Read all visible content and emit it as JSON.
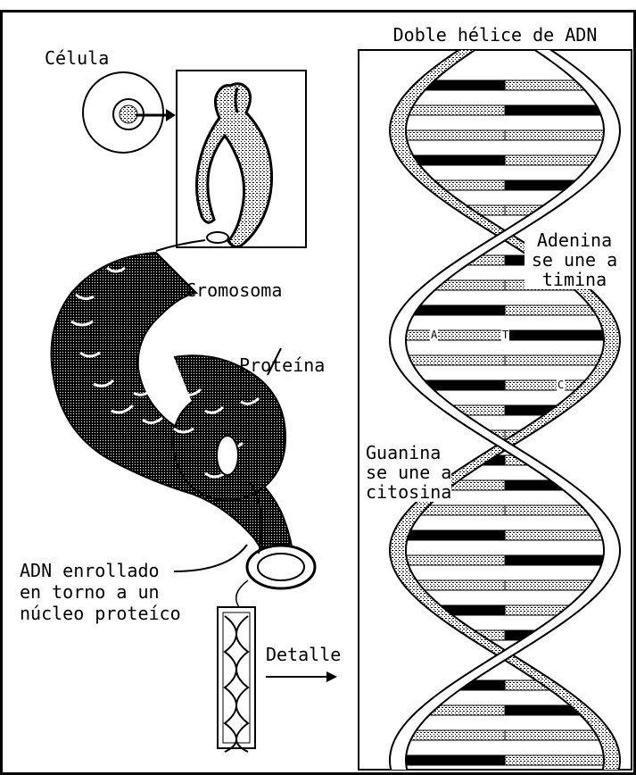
{
  "diagram": {
    "title": "Doble hélice de ADN",
    "labels": {
      "cell": "Célula",
      "chromosome": "Cromosoma",
      "protein": "Proteína",
      "dna_coiled": [
        "ADN enrollado",
        "en torno a un",
        "núcleo proteíco"
      ],
      "detail": "Detalle",
      "adenine": [
        "Adenina",
        "se une a",
        "timina"
      ],
      "guanine": [
        "Guanina",
        "se une a",
        "citosina"
      ]
    },
    "base_letters": {
      "a": "A",
      "t": "T",
      "c": "C"
    }
  },
  "colors": {
    "ink": "#000000",
    "paper": "#ffffff"
  }
}
